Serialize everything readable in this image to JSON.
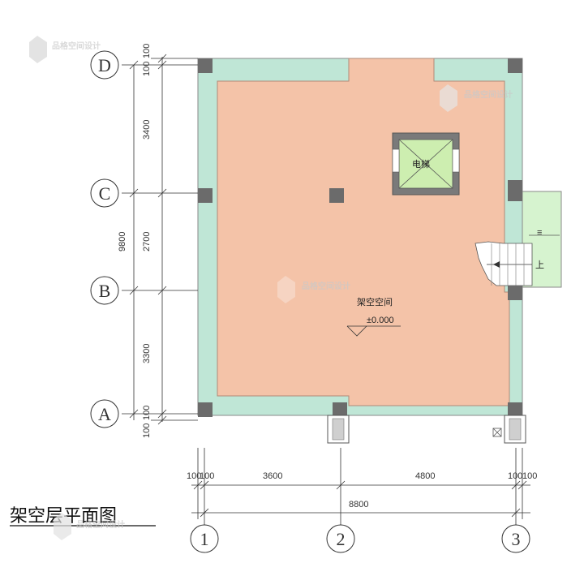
{
  "title": "架空层平面图",
  "axes": {
    "rows": [
      "D",
      "C",
      "B",
      "A"
    ],
    "cols": [
      "1",
      "2",
      "3"
    ]
  },
  "dims_left": {
    "top_100a": "100",
    "top_100b": "100",
    "d_c": "3400",
    "c_b": "2700",
    "b_a": "3300",
    "total": "9800",
    "bot_100a": "100",
    "bot_100b": "100"
  },
  "dims_bottom": {
    "l_100a": "100",
    "l_100b": "100",
    "s1_2": "3600",
    "s2_3": "4800",
    "r_100a": "100",
    "r_100b": "100",
    "total": "8800"
  },
  "room": {
    "name": "架空空间",
    "elevation": "±0.000"
  },
  "elevator": {
    "label": "电梯"
  },
  "stair": {
    "up_label": "上"
  },
  "watermark": "品格空间设计",
  "colors": {
    "floor": "#f4c3a8",
    "wall_band": "#bfe6d6",
    "column": "#6b6b6b",
    "elevator": "#cdeeb0",
    "stair_box": "#d6f3cf"
  }
}
